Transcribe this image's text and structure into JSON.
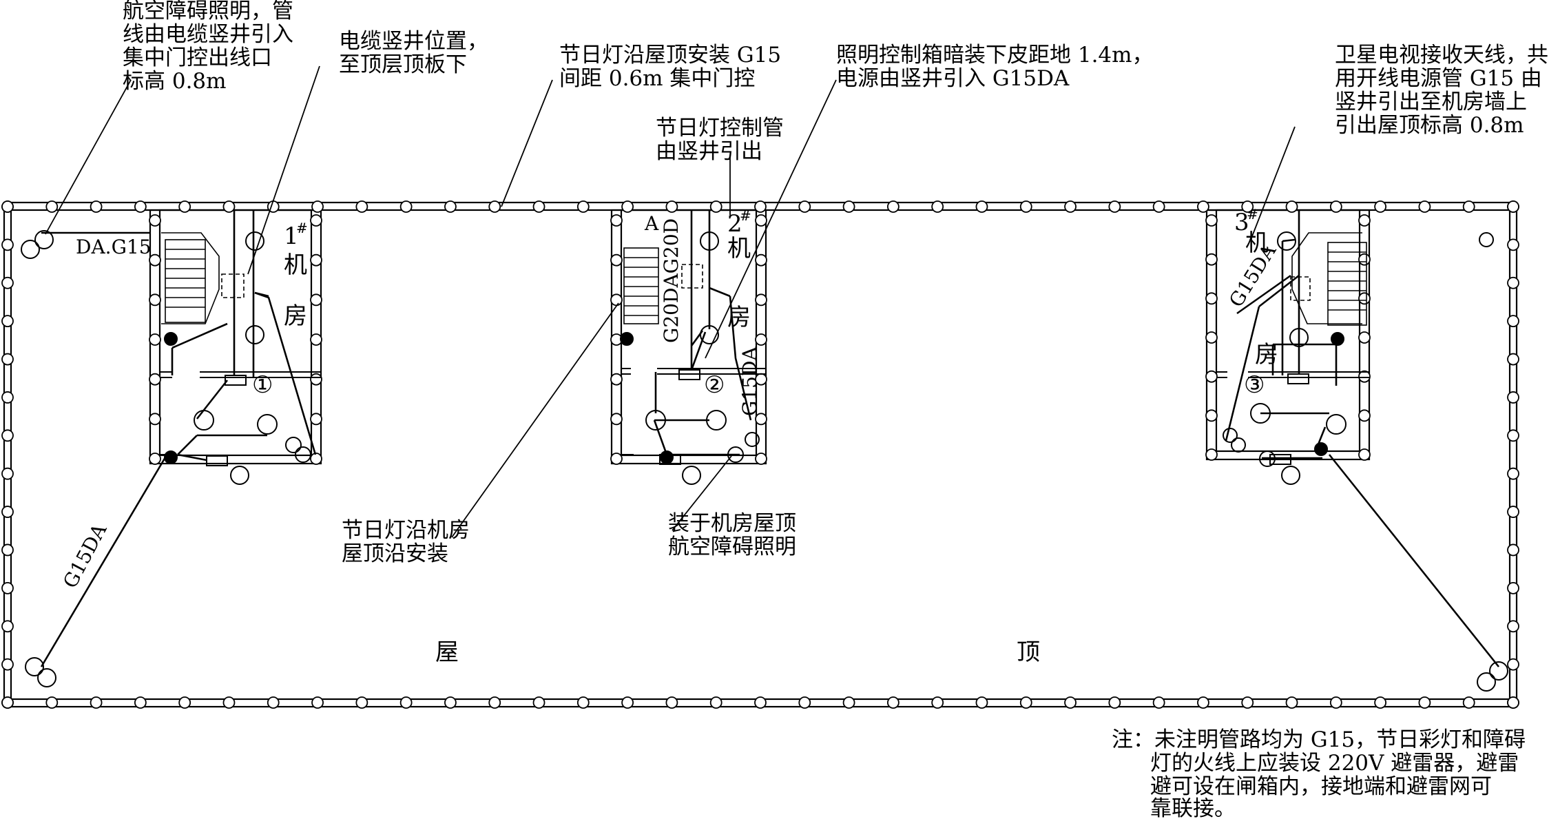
{
  "annotations": {
    "aviation_light_note": [
      "航空障碍照明，管",
      "线由电缆竖井引入",
      "集中门控出线口",
      "标高 0.8m"
    ],
    "cable_shaft_note": [
      "电缆竖井位置，",
      "至顶层顶板下"
    ],
    "festival_light_note": [
      "节日灯沿屋顶安装 G15",
      "间距 0.6m 集中门控"
    ],
    "lighting_box_note": [
      "照明控制箱暗装下皮距地 1.4m，",
      "电源由竖井引入 G15DA"
    ],
    "satellite_note": [
      "卫星电视接收天线，共",
      "用开线电源管 G15 由",
      "竖井引出至机房墙上",
      "引出屋顶标高 0.8m"
    ],
    "festival_pipe_note": [
      "节日灯控制管",
      "由竖井引出"
    ],
    "room_roof_light_note": [
      "节日灯沿机房",
      "屋顶沿安装"
    ],
    "room_roof_obstacle_note": [
      "装于机房屋顶",
      "航空障碍照明"
    ]
  },
  "labels": {
    "da_g15": "DA.G15",
    "g15da_left": "G15DA",
    "g20dag20d": "G20DAG20D",
    "g15da_room2": "G15DA",
    "g15da_room3": "G15DA",
    "point_a": "A",
    "room1_num": "1",
    "room2_num": "2",
    "room3_num": "3",
    "sharp": "#",
    "ji": "机",
    "fang": "房",
    "circle1": "①",
    "circle2": "②",
    "circle3": "③",
    "roof_wu": "屋",
    "roof_ding": "顶"
  },
  "note": {
    "lines": [
      "注：未注明管路均为 G15，节日彩灯和障碍",
      "灯的火线上应装设 220V 避雷器，避雷",
      "避可设在闸箱内，接地端和避雷网可",
      "靠联接。"
    ]
  }
}
